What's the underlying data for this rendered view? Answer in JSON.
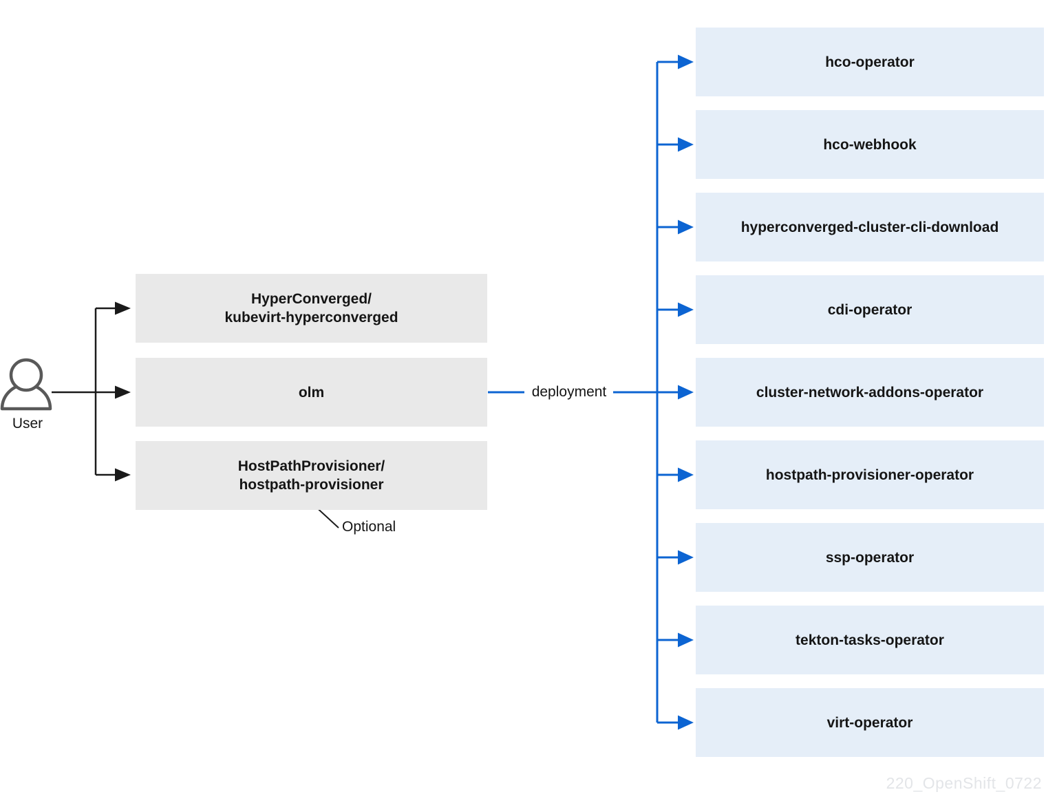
{
  "diagram": {
    "user_label": "User",
    "deployment_label": "deployment",
    "optional_label": "Optional",
    "watermark": "220_OpenShift_0722",
    "left_boxes": [
      {
        "label": "HyperConverged/\nkubevirt-hyperconverged"
      },
      {
        "label": "olm"
      },
      {
        "label": "HostPathProvisioner/\nhostpath-provisioner"
      }
    ],
    "right_boxes": [
      {
        "label": "hco-operator"
      },
      {
        "label": "hco-webhook"
      },
      {
        "label": "hyperconverged-cluster-cli-download"
      },
      {
        "label": "cdi-operator"
      },
      {
        "label": "cluster-network-addons-operator"
      },
      {
        "label": "hostpath-provisioner-operator"
      },
      {
        "label": "ssp-operator"
      },
      {
        "label": "tekton-tasks-operator"
      },
      {
        "label": "virt-operator"
      }
    ],
    "colors": {
      "accent_blue": "#0c64d2",
      "left_box_fill": "#e9e9e9",
      "right_box_fill": "#e5eef8",
      "line_black": "#1a1a1a",
      "user_icon_gray": "#595959",
      "watermark_gray": "#e3e5e8",
      "text": "#151515"
    }
  }
}
